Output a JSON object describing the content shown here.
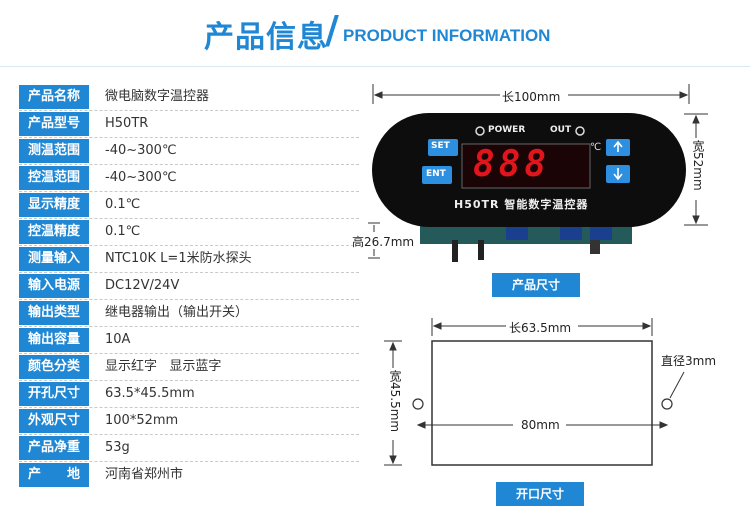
{
  "header": {
    "title_cn": "产品信息",
    "slash": "/",
    "title_en": "PRODUCT INFORMATION"
  },
  "specs": [
    {
      "key": "产品名称",
      "value": "微电脑数字温控器"
    },
    {
      "key": "产品型号",
      "value": "H50TR"
    },
    {
      "key": "测温范围",
      "value": "-40~300℃"
    },
    {
      "key": "控温范围",
      "value": "-40~300℃"
    },
    {
      "key": "显示精度",
      "value": "0.1℃"
    },
    {
      "key": "控温精度",
      "value": "0.1℃"
    },
    {
      "key": "测量输入",
      "value": "NTC10K L=1米防水探头"
    },
    {
      "key": "输入电源",
      "value": "DC12V/24V"
    },
    {
      "key": "输出类型",
      "value": "继电器输出（输出开关）"
    },
    {
      "key": "输出容量",
      "value": "10A"
    },
    {
      "key": "颜色分类",
      "value": "显示红字   显示蓝字"
    },
    {
      "key": "开孔尺寸",
      "value": "63.5*45.5mm"
    },
    {
      "key": "外观尺寸",
      "value": "100*52mm"
    },
    {
      "key": "产品净重",
      "value": "53g"
    },
    {
      "key": "产　　地",
      "value": "河南省郑州市"
    }
  ],
  "product": {
    "power_label": "POWER",
    "out_label": "OUT",
    "set_label": "SET",
    "ent_label": "ENT",
    "display_digits": "888",
    "unit_symbol": "℃",
    "brand_text": "H50TR 智能数字温控器",
    "up_icon": "arrow-up-icon",
    "down_icon": "arrow-down-icon",
    "display_color": "#e0161c",
    "length_label": "长100mm",
    "width_label": "宽52mm",
    "height_label": "高26.7mm",
    "caption": "产品尺寸"
  },
  "cutout": {
    "length_label": "长63.5mm",
    "width_label": "宽45.5mm",
    "hole_label": "直径3mm",
    "spacing_label": "80mm",
    "caption": "开口尺寸"
  },
  "colors": {
    "accent": "#1f87d3"
  }
}
